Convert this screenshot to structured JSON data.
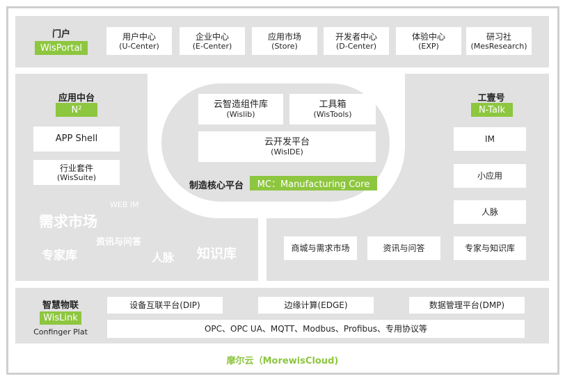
{
  "portal": {
    "title": "门户",
    "badge": "WisPortal",
    "items": [
      {
        "name": "用户中心",
        "sub": "(U-Center)"
      },
      {
        "name": "企业中心",
        "sub": "(E-Center)"
      },
      {
        "name": "应用市场",
        "sub": "(Store)"
      },
      {
        "name": "开发者中心",
        "sub": "(D-Center)"
      },
      {
        "name": "体验中心",
        "sub": "(EXP)"
      },
      {
        "name": "研习社",
        "sub": "(MesResearch)"
      }
    ]
  },
  "app_platform": {
    "title": "应用中台",
    "badge": "N²",
    "items": [
      {
        "name": "APP Shell",
        "sub": ""
      },
      {
        "name": "行业套件",
        "sub": "(WisSuite)"
      }
    ],
    "watermarks": [
      "WEB IM",
      "需求市场",
      "资讯与问答",
      "专家库",
      "人脉",
      "知识库"
    ]
  },
  "core": {
    "items": [
      {
        "name": "云智造组件库",
        "sub": "(Wislib)"
      },
      {
        "name": "工具箱",
        "sub": "(WisTools)"
      },
      {
        "name": "云开发平台",
        "sub": "(WisIDE)"
      }
    ],
    "label": "制造核心平台",
    "badge": "MC：Manufacturing Core"
  },
  "ntalk": {
    "title": "工壹号",
    "badge": "N-Talk",
    "items": [
      "IM",
      "小应用",
      "人脉"
    ]
  },
  "community": {
    "items": [
      "商城与需求市场",
      "资讯与问答",
      "专家与知识库"
    ]
  },
  "iot": {
    "title": "智慧物联",
    "badge": "WisLink",
    "subtitle": "Confinger Plat",
    "items": [
      "设备互联平台(DIP)",
      "边缘计算(EDGE)",
      "数据管理平台(DMP)"
    ],
    "protocols": "OPC、OPC UA、MQTT、Modbus、Profibus、专用协议等"
  },
  "footer": "摩尔云（MorewisCloud)",
  "colors": {
    "accent": "#8dc63f",
    "band": "#e1e1e1",
    "frame": "#cfcfcf"
  }
}
